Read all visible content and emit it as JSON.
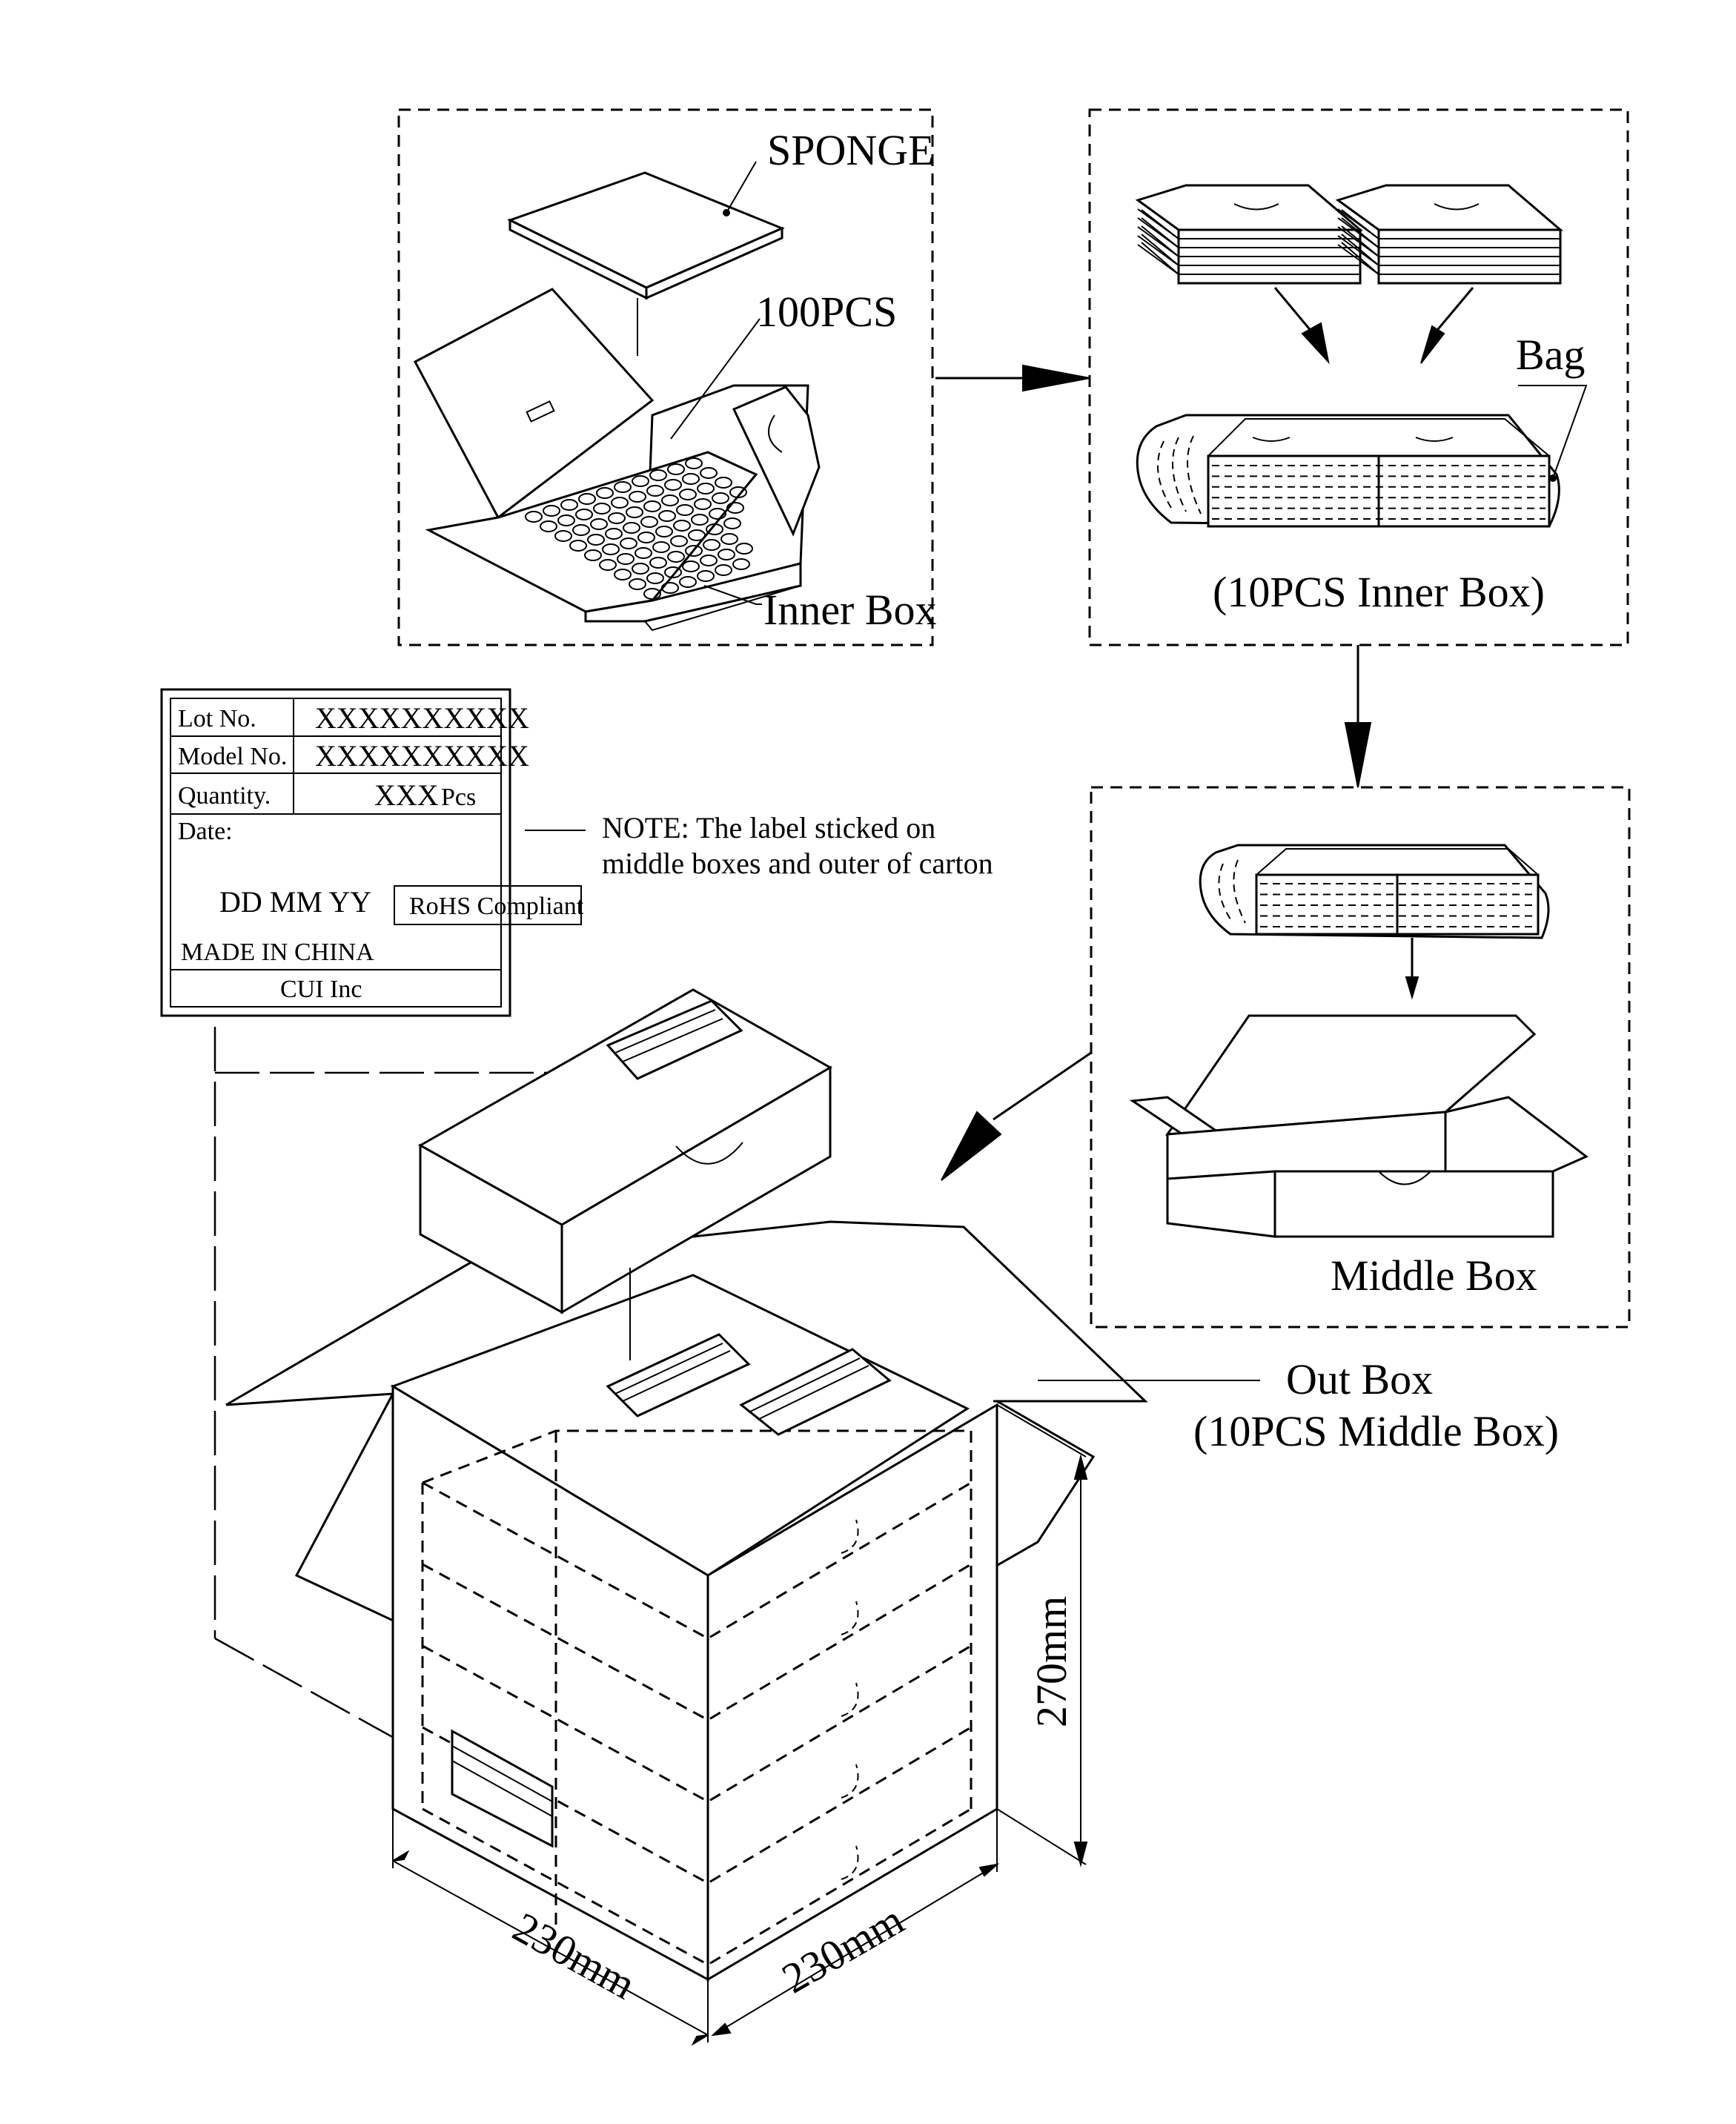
{
  "labels": {
    "sponge": "SPONGE",
    "pcs100": "100PCS",
    "inner_box": "Inner Box",
    "bag": "Bag",
    "ten_inner_box": "(10PCS Inner Box)",
    "middle_box": "Middle Box",
    "out_box": "Out Box",
    "ten_middle_box": "(10PCS Middle Box)",
    "note_line1": "NOTE: The label sticked on",
    "note_line2": "middle boxes and outer of carton"
  },
  "dimensions": {
    "width_front": "230mm",
    "width_side": "230mm",
    "height": "270mm"
  },
  "label_card": {
    "lot_label": "Lot No.",
    "lot_value": "XXXXXXXXXX",
    "model_label": "Model No.",
    "model_value": "XXXXXXXXXX",
    "qty_label": "Quantity.",
    "qty_value": "XXX",
    "qty_unit": "Pcs",
    "date_label": "Date:",
    "date_format": "DD  MM  YY",
    "rohs": "RoHS Compliant",
    "made_in": "MADE IN CHINA",
    "company": "CUI Inc"
  }
}
